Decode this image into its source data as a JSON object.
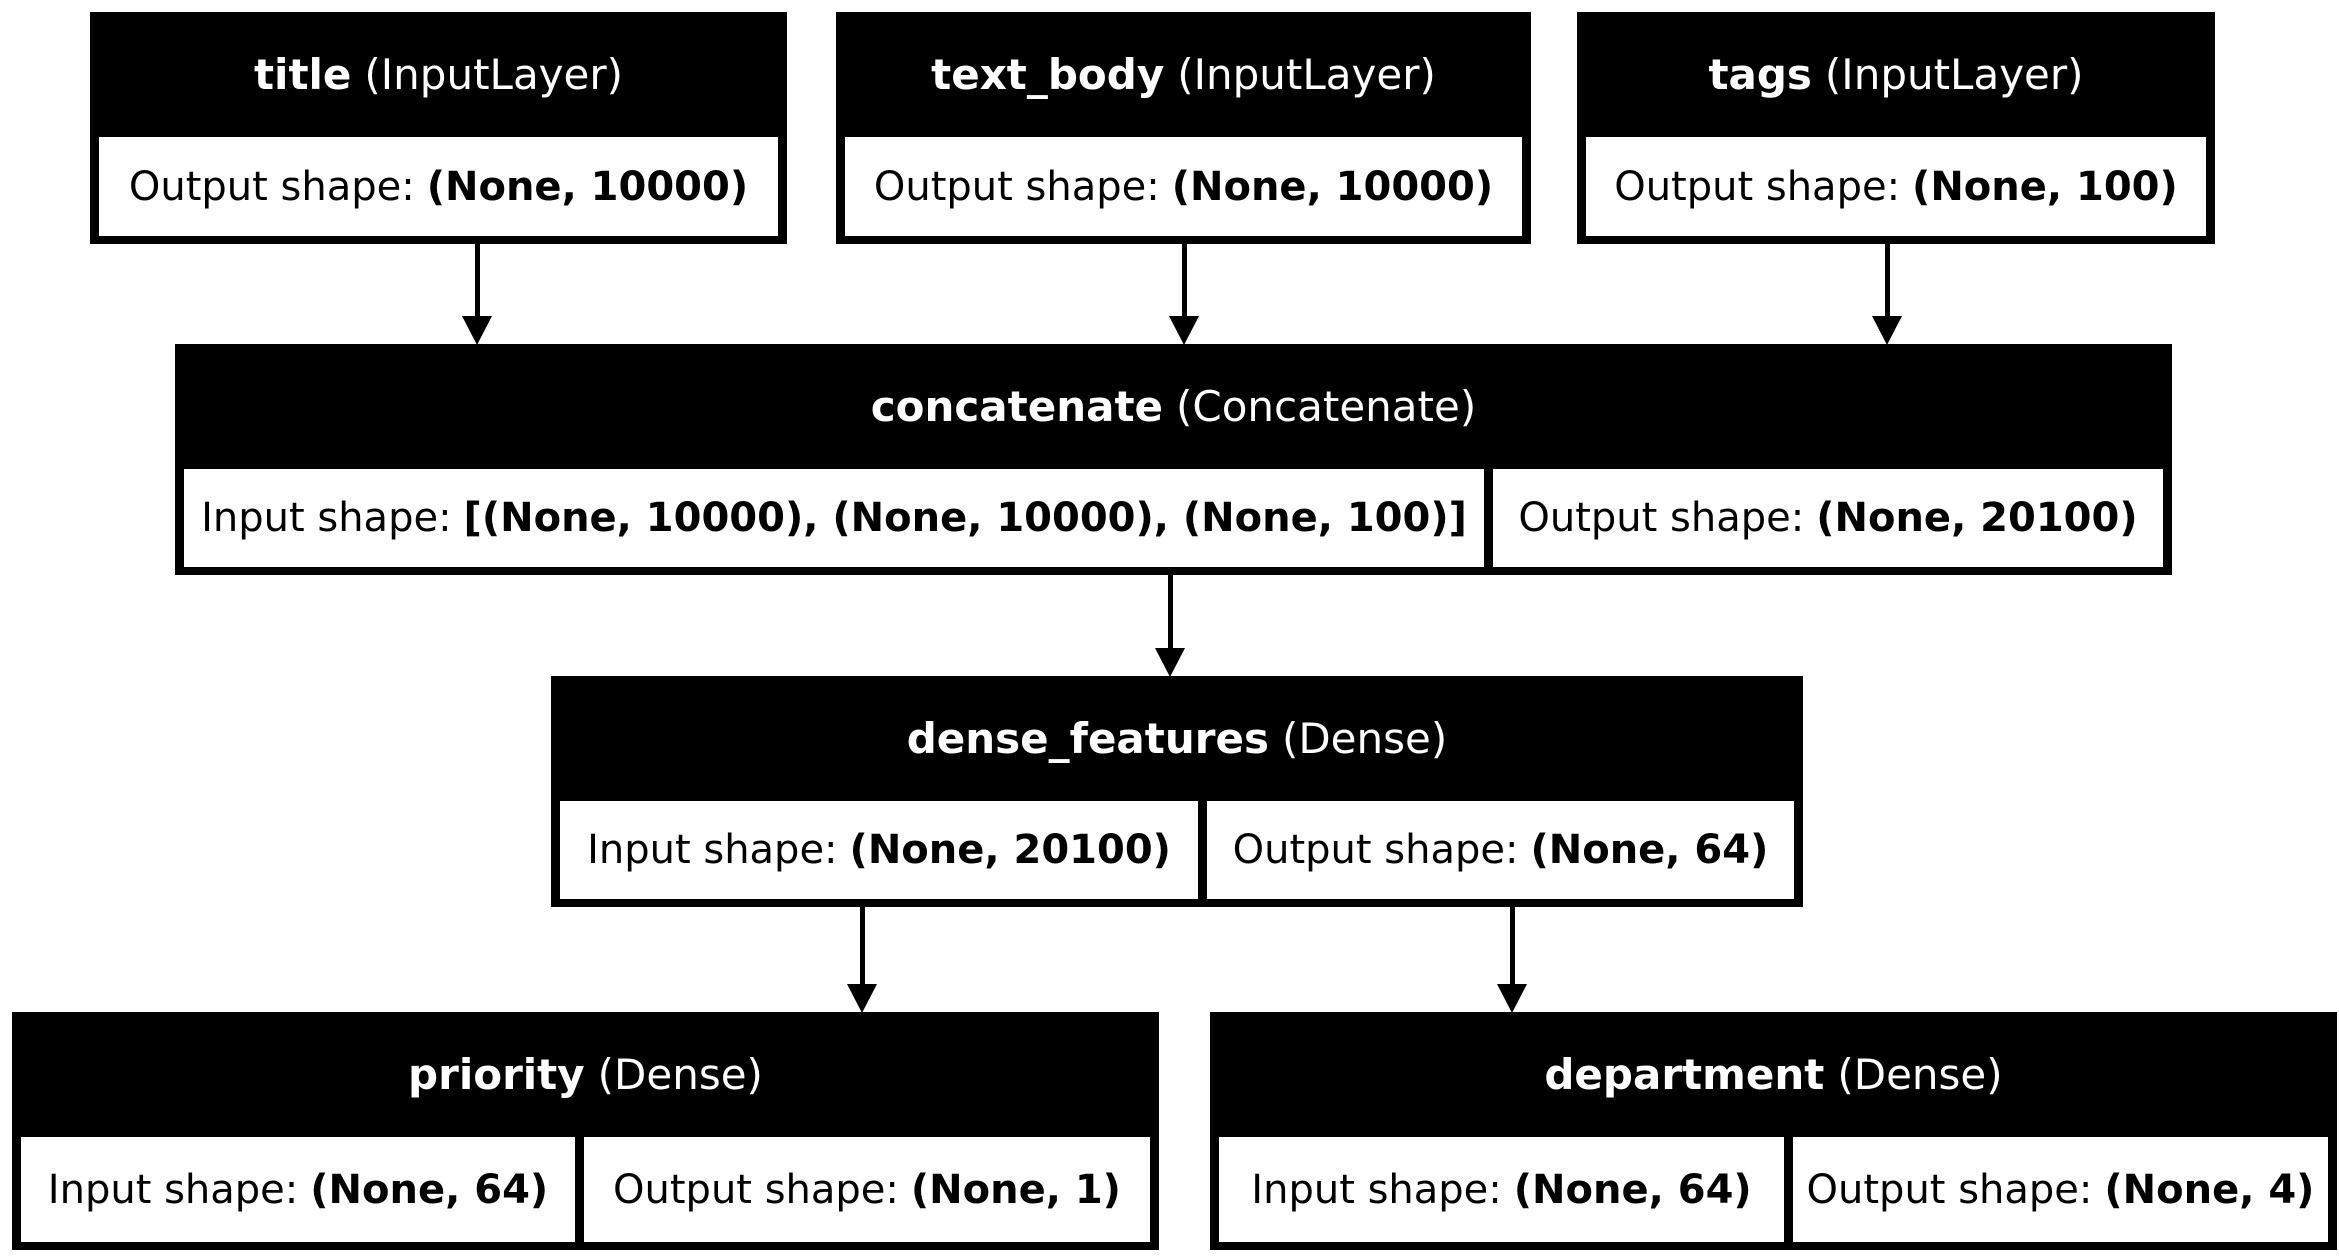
{
  "diagram_type": "keras-model-architecture-plot",
  "colors": {
    "background": "#ffffff",
    "node_header_bg": "#000000",
    "node_header_text": "#ffffff",
    "cell_bg": "#ffffff",
    "cell_text": "#000000",
    "edge": "#000000"
  },
  "labels": {
    "input_shape": "Input shape:",
    "output_shape": "Output shape:"
  },
  "nodes": {
    "title": {
      "name": "title",
      "type": "(InputLayer)",
      "output_label": "Output shape:",
      "output_shape": "(None, 10000)"
    },
    "text_body": {
      "name": "text_body",
      "type": "(InputLayer)",
      "output_label": "Output shape:",
      "output_shape": "(None, 10000)"
    },
    "tags": {
      "name": "tags",
      "type": "(InputLayer)",
      "output_label": "Output shape:",
      "output_shape": "(None, 100)"
    },
    "concatenate": {
      "name": "concatenate",
      "type": "(Concatenate)",
      "input_label": "Input shape:",
      "input_shape": "[(None, 10000), (None, 10000), (None, 100)]",
      "output_label": "Output shape:",
      "output_shape": "(None, 20100)"
    },
    "dense_features": {
      "name": "dense_features",
      "type": "(Dense)",
      "input_label": "Input shape:",
      "input_shape": "(None, 20100)",
      "output_label": "Output shape:",
      "output_shape": "(None, 64)"
    },
    "priority": {
      "name": "priority",
      "type": "(Dense)",
      "input_label": "Input shape:",
      "input_shape": "(None, 64)",
      "output_label": "Output shape:",
      "output_shape": "(None, 1)"
    },
    "department": {
      "name": "department",
      "type": "(Dense)",
      "input_label": "Input shape:",
      "input_shape": "(None, 64)",
      "output_label": "Output shape:",
      "output_shape": "(None, 4)"
    }
  },
  "edges": [
    {
      "from": "title",
      "to": "concatenate"
    },
    {
      "from": "text_body",
      "to": "concatenate"
    },
    {
      "from": "tags",
      "to": "concatenate"
    },
    {
      "from": "concatenate",
      "to": "dense_features"
    },
    {
      "from": "dense_features",
      "to": "priority"
    },
    {
      "from": "dense_features",
      "to": "department"
    }
  ]
}
